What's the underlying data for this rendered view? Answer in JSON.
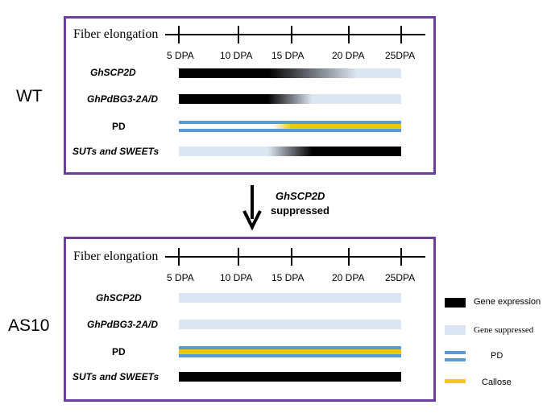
{
  "panels": {
    "wt": {
      "label": "WT",
      "axis_title": "Fiber elongation",
      "ticks": [
        "5 DPA",
        "10 DPA",
        "15 DPA",
        "20 DPA",
        "25DPA"
      ],
      "rows": [
        {
          "label": "GhSCP2D",
          "italic": true,
          "type": "gene",
          "expression": [
            1,
            1,
            1,
            0.5,
            0,
            0
          ]
        },
        {
          "label": "GhPdBG3-2A/D",
          "italic": true,
          "type": "gene",
          "expression": [
            1,
            1,
            1,
            0,
            0,
            0
          ]
        },
        {
          "label": "PD",
          "italic": false,
          "type": "pd",
          "callose_start": 0.42
        },
        {
          "label": "SUTs and SWEETs",
          "italic": true,
          "type": "gene",
          "expression": [
            0,
            0,
            0,
            1,
            1,
            1
          ]
        }
      ]
    },
    "as10": {
      "label": "AS10",
      "axis_title": "Fiber elongation",
      "ticks": [
        "5 DPA",
        "10 DPA",
        "15 DPA",
        "20 DPA",
        "25DPA"
      ],
      "rows": [
        {
          "label": "GhSCP2D",
          "italic": true,
          "type": "gene",
          "expression": [
            0,
            0,
            0,
            0,
            0,
            0
          ]
        },
        {
          "label": "GhPdBG3-2A/D",
          "italic": true,
          "type": "gene",
          "expression": [
            0,
            0,
            0,
            0,
            0,
            0
          ]
        },
        {
          "label": "PD",
          "italic": false,
          "type": "pd",
          "callose_start": 0
        },
        {
          "label": "SUTs and SWEETs",
          "italic": true,
          "type": "gene",
          "expression": [
            1,
            1,
            1,
            1,
            1,
            1
          ]
        }
      ]
    }
  },
  "arrow": {
    "line1": "GhSCP2D",
    "line2": "suppressed"
  },
  "legend": [
    {
      "label": "Gene expression",
      "kind": "expression"
    },
    {
      "label": "Gene suppressed",
      "kind": "suppressed"
    },
    {
      "label": "PD",
      "kind": "pd"
    },
    {
      "label": "Callose",
      "kind": "callose"
    }
  ],
  "colors": {
    "frame": "#6a3fa0",
    "expression": "#000000",
    "suppressed": "#dce6f2",
    "pd": "#5b9bd5",
    "callose": "#f5c518"
  }
}
